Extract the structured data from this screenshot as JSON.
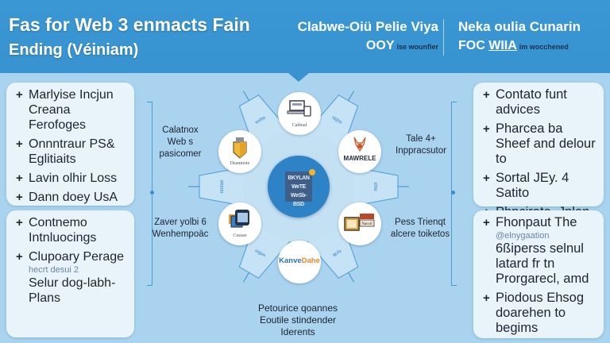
{
  "header": {
    "title_line1": "Fas for Web 3 enmacts Fain",
    "title_line2": "Ending (Véiniam)",
    "block1": {
      "main": "Clabwe-Oiü Pelie Viya",
      "sub": "OOY",
      "small": "ise wounfier"
    },
    "block2": {
      "main": "Neka oulia Cunarin",
      "sub_prefix": "FOC",
      "sub_underlined": "WIIA",
      "small": "im wocchened"
    },
    "accent_color": "#3893d0"
  },
  "left_panels": [
    {
      "items": [
        {
          "bullet": "+",
          "text": "Marlyise Incjun Creana Ferofoges"
        },
        {
          "bullet": "+",
          "text": "Onnntraur PS& Eglitiaits"
        },
        {
          "bullet": "+",
          "text": "Lavin olhir Loss"
        },
        {
          "bullet": "+",
          "text": "Dann doey UsA"
        }
      ]
    },
    {
      "items": [
        {
          "bullet": "+",
          "text": "Contnemo Intnluocings"
        },
        {
          "bullet": "+",
          "text": "Clupoary Perage",
          "faint": "hecrt desui 2",
          "extra": "Selur dog-labh- Plans"
        }
      ]
    }
  ],
  "right_panels": [
    {
      "items": [
        {
          "bullet": "+",
          "text": "Contato funt advices"
        },
        {
          "bullet": "+",
          "text": "Pharcea ba Sheef and delour to"
        },
        {
          "bullet": "+",
          "text": "Sortal JEy. 4 Satito"
        },
        {
          "bullet": "+",
          "text": "Phncirate, Jplan Tineduate Lea"
        }
      ]
    },
    {
      "items": [
        {
          "bullet": "+",
          "text": "Fhonpaut The",
          "faint": "@elnygaation",
          "extra": "6ßiperss selnul latard fr tn Prorgarecl, amd"
        },
        {
          "bullet": "+",
          "text": "Piodous Ehsog doarehen to begims"
        }
      ]
    }
  ],
  "side_labels": {
    "left_top": "Calatnox Web s pasicomer",
    "left_bottom": "Zaver yolbi 6 Wenhempoäc",
    "right_top": "Tale 4+ Inppracsutor",
    "right_bottom": "Pess Trienqt alcere toiketos",
    "bottom": "Petourice qoannes Eoutile stindender Iderents"
  },
  "wheel": {
    "center_label": "BKYLAN WeTE WeSb-BSD",
    "nodes": [
      {
        "id": "top",
        "caption": "Cadmal",
        "icon": "laptop-devices-icon"
      },
      {
        "id": "upper-left",
        "caption": "Deanmote",
        "icon": "gold-shield-icon"
      },
      {
        "id": "upper-right",
        "caption": "MAWRELE",
        "icon": "fox-logo-icon"
      },
      {
        "id": "lower-left",
        "caption": "Cuease",
        "icon": "wallet-stack-icon"
      },
      {
        "id": "lower-right",
        "caption": "Nacoil",
        "icon": "photo-frame-icon"
      },
      {
        "id": "bottom",
        "caption_part1": "Kanve",
        "caption_part2": "Dahe",
        "icon": "brand-wordmark-icon"
      }
    ],
    "spoke_labels": [
      "wefte",
      "Ntjhe",
      "shte",
      "sydk",
      "wdbe",
      "nndae"
    ]
  }
}
